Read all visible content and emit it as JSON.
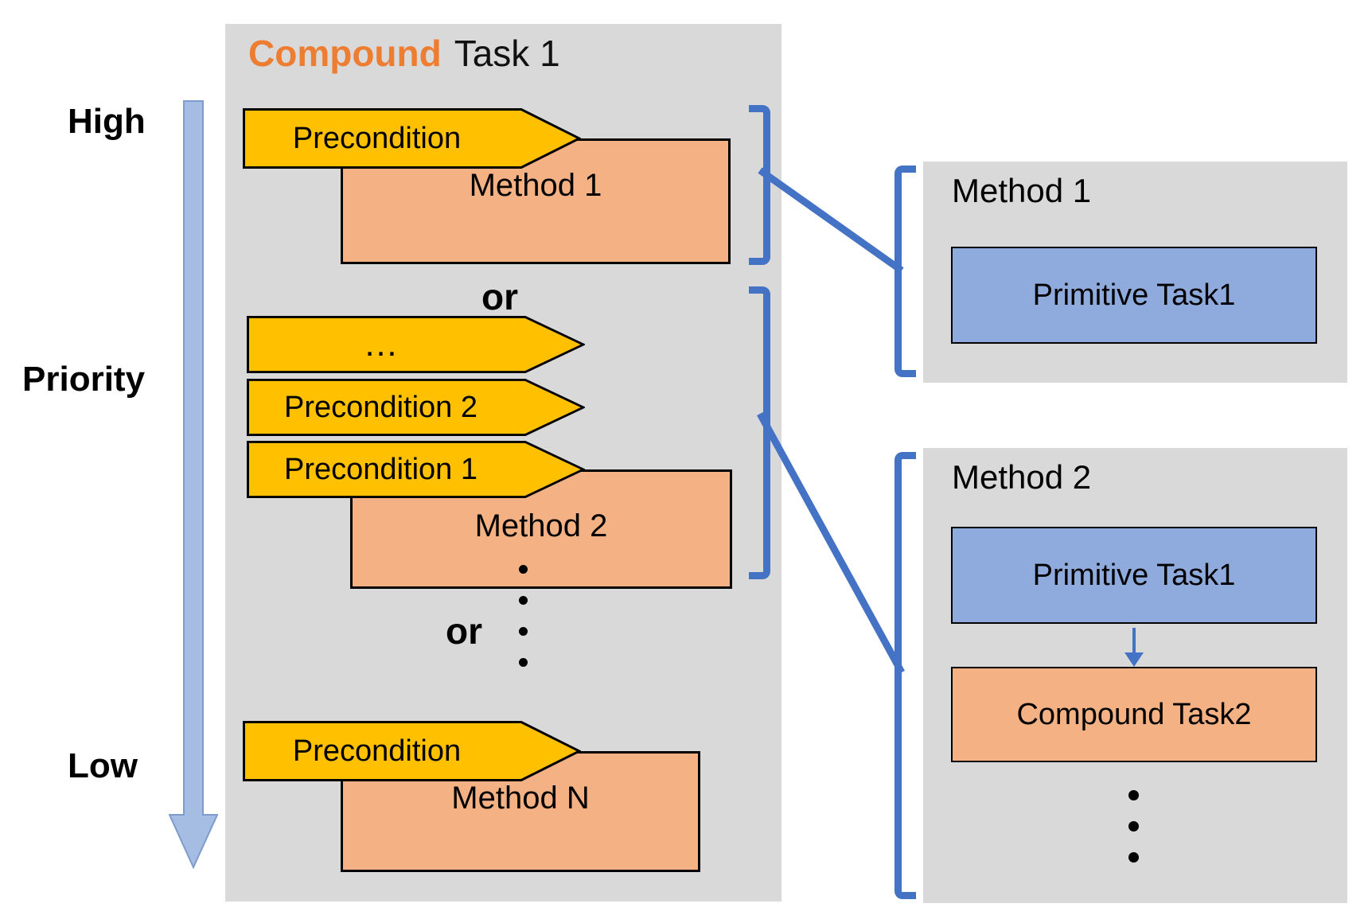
{
  "colors": {
    "panel_gray": "#D9D9D9",
    "precondition_gold": "#FFC000",
    "method_orange": "#F4B183",
    "primitive_blue": "#8FAADC",
    "accent_blue": "#4472C4",
    "priority_arrow_blue": "#A6BDE3",
    "compound_title_orange": "#ED7D31"
  },
  "priority_axis": {
    "high_label": "High",
    "axis_label": "Priority",
    "low_label": "Low"
  },
  "compound_panel": {
    "title_compound": "Compound",
    "title_task": "Task 1",
    "method1_row": {
      "precondition": "Precondition",
      "method": "Method 1"
    },
    "or_1": "or",
    "method2_row": {
      "precondition_ellipsis": "…",
      "precondition_2": "Precondition 2",
      "precondition_1": "Precondition 1",
      "method": "Method 2"
    },
    "or_2": "or",
    "methodN_row": {
      "precondition": "Precondition",
      "method": "Method N"
    }
  },
  "method1_panel": {
    "title": "Method 1",
    "primitive_task": "Primitive Task1"
  },
  "method2_panel": {
    "title": "Method 2",
    "primitive_task": "Primitive Task1",
    "compound_task": "Compound Task2"
  }
}
